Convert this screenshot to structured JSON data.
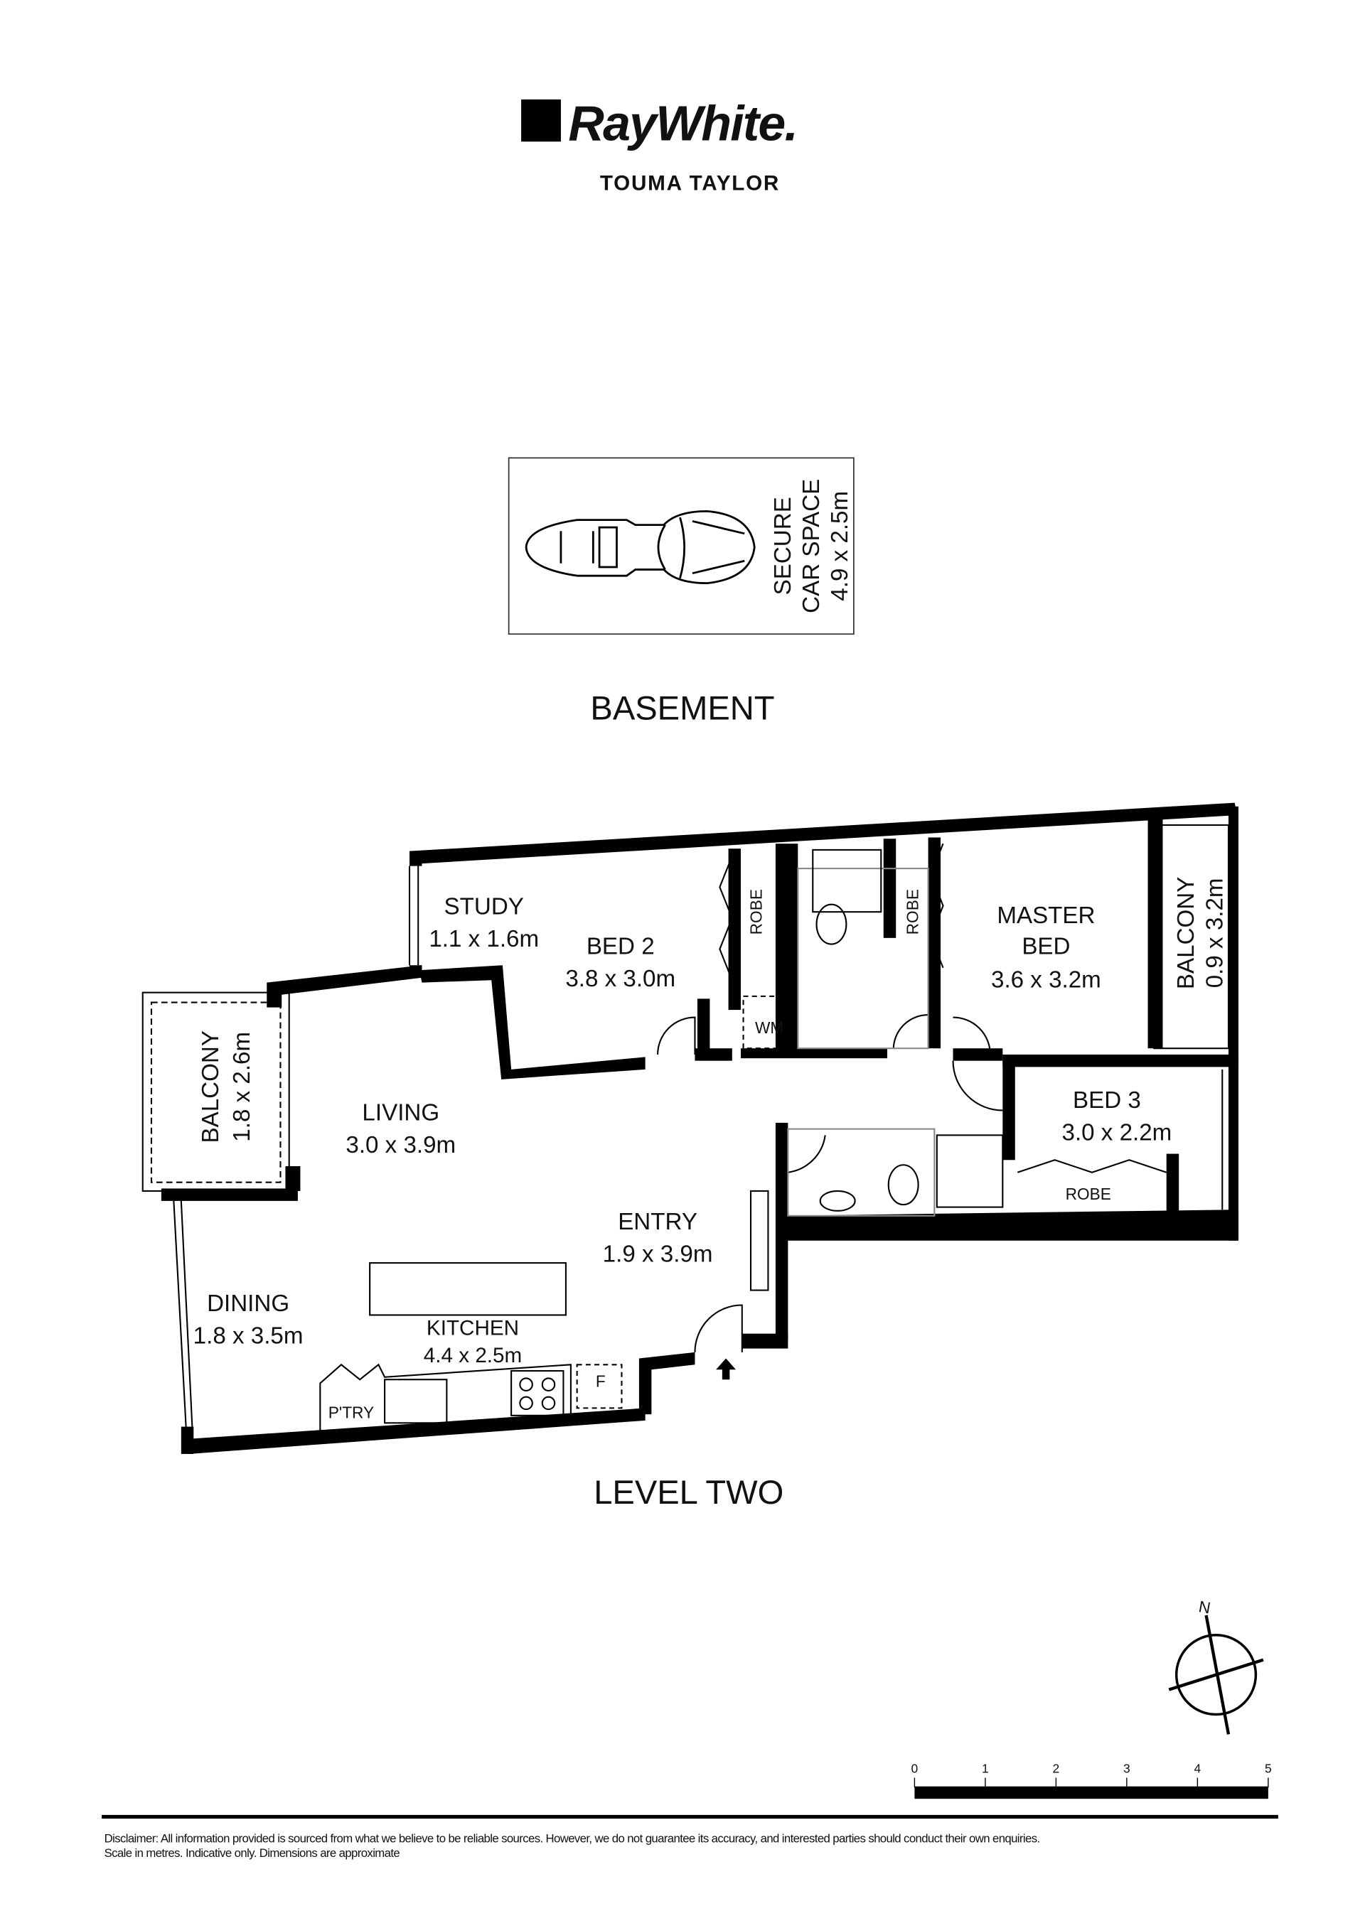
{
  "brand": {
    "logo_text": "RayWhite.",
    "office": "TOUMA TAYLOR"
  },
  "basement": {
    "title": "BASEMENT",
    "car_space": {
      "line1": "SECURE",
      "line2": "CAR SPACE",
      "line3": "4.9 x 2.5m"
    }
  },
  "level_two": {
    "title": "LEVEL TWO",
    "rooms": {
      "study": {
        "name": "STUDY",
        "dims": "1.1 x 1.6m"
      },
      "bed2": {
        "name": "BED 2",
        "dims": "3.8 x 3.0m"
      },
      "robe_bed2": "ROBE",
      "robe_master": "ROBE",
      "master": {
        "name1": "MASTER",
        "name2": "BED",
        "dims": "3.6 x 3.2m"
      },
      "balcony_master": {
        "name": "BALCONY",
        "dims": "0.9 x 3.2m"
      },
      "wm": "WM",
      "bed3": {
        "name": "BED 3",
        "dims": "3.0 x 2.2m"
      },
      "robe_bed3": "ROBE",
      "balcony_living": {
        "name": "BALCONY",
        "dims": "1.8 x 2.6m"
      },
      "living": {
        "name": "LIVING",
        "dims": "3.0 x 3.9m"
      },
      "entry": {
        "name": "ENTRY",
        "dims": "1.9 x 3.9m"
      },
      "dining": {
        "name": "DINING",
        "dims": "1.8 x 3.5m"
      },
      "kitchen": {
        "name": "KITCHEN",
        "dims": "4.4 x 2.5m"
      },
      "pantry": "P'TRY",
      "fridge": "F"
    }
  },
  "compass": {
    "label": "N"
  },
  "scale_bar": {
    "ticks": [
      "0",
      "1",
      "2",
      "3",
      "4",
      "5"
    ],
    "unit": "metres"
  },
  "disclaimer": {
    "line1": "Disclaimer: All information provided is sourced from what we believe to be reliable sources. However, we do not guarantee  its accuracy, and interested parties should conduct their own enquiries.",
    "line2": "Scale in metres. Indicative only. Dimensions are approximate"
  }
}
